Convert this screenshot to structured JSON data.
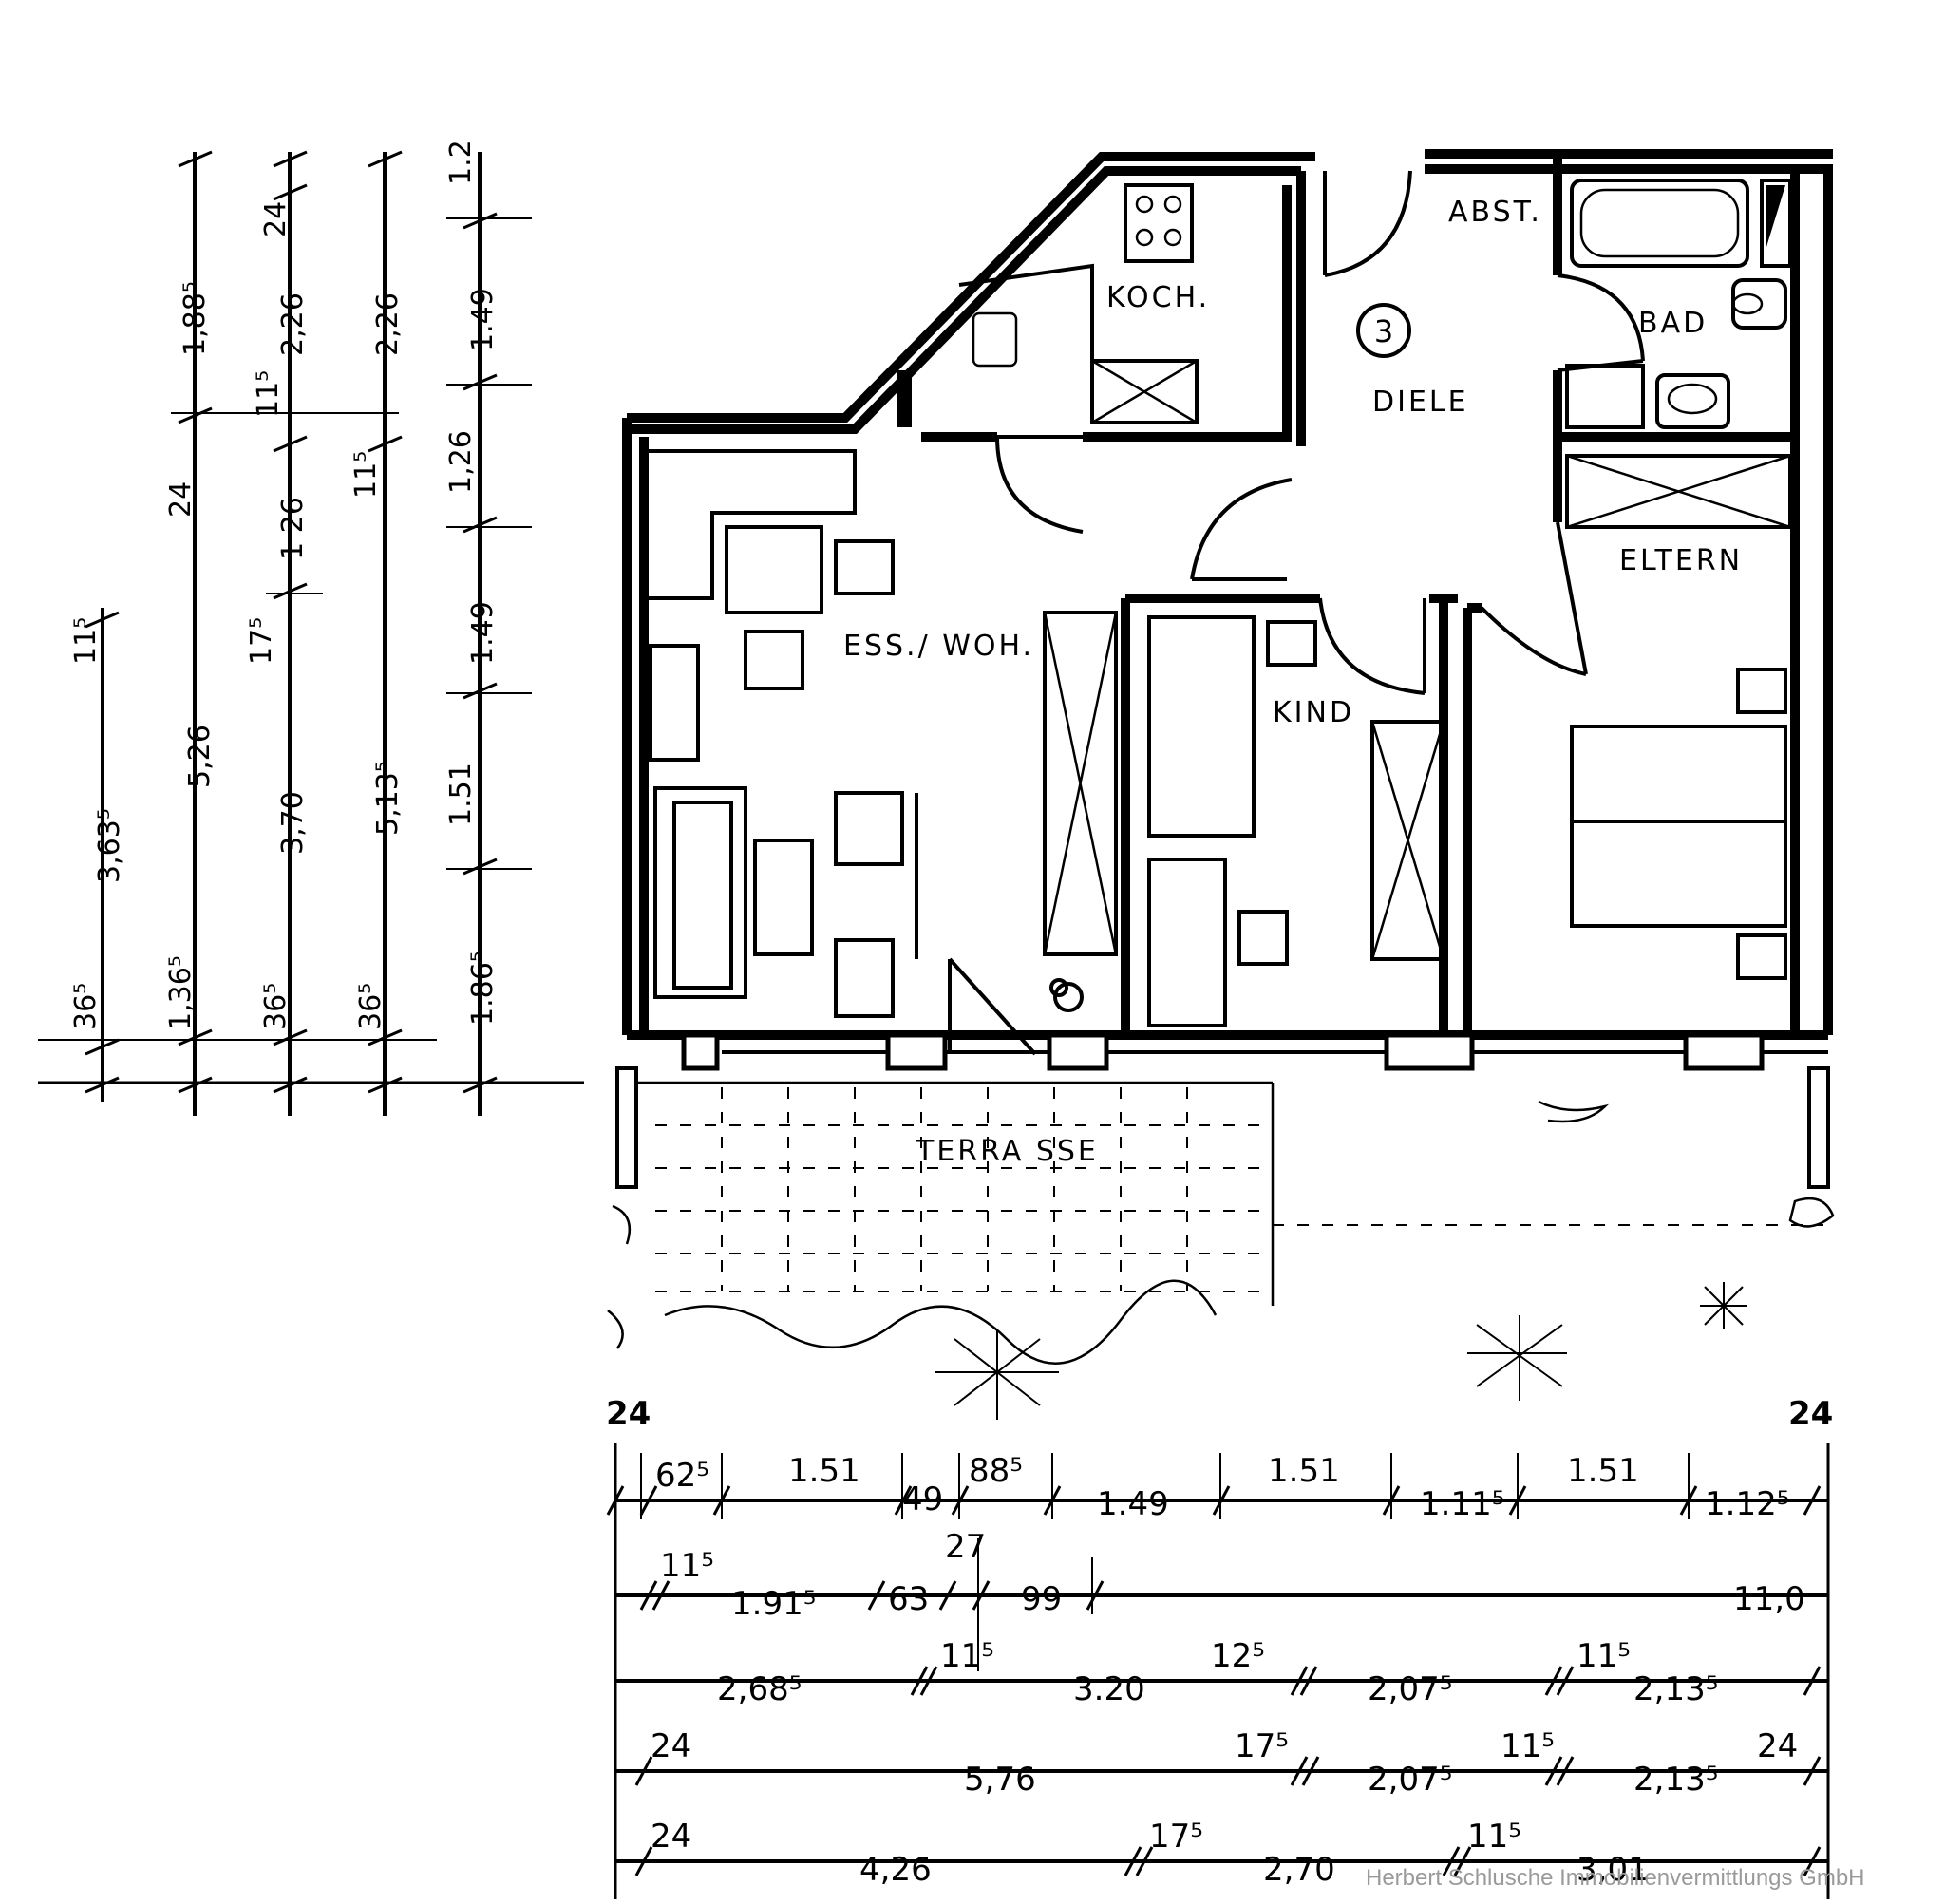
{
  "rooms": {
    "koch": "KOCH.",
    "abst": "ABST.",
    "bad": "BAD",
    "diele": "DIELE",
    "unit_number": "3",
    "eltern": "ELTERN",
    "ess_woh": "ESS./ WOH.",
    "kind": "KIND",
    "terrasse": "TERRA SSE"
  },
  "dims_bottom": {
    "end_left": "24",
    "end_right": "24",
    "row1": [
      "62⁵",
      "1.51",
      "49",
      "88⁵",
      "1.49",
      "1.51",
      "1.11⁵",
      "1.51",
      "1.12⁵"
    ],
    "row2": [
      "11⁵",
      "1.91⁵",
      "63",
      "27",
      "99",
      "11,0"
    ],
    "row3": [
      "2,68⁵",
      "11⁵",
      "3.20",
      "12⁵",
      "2,07⁵",
      "11⁵",
      "2,13⁵"
    ],
    "row4": [
      "24",
      "5,76",
      "17⁵",
      "2,07⁵",
      "11⁵",
      "2,13⁵",
      "24"
    ],
    "row5": [
      "24",
      "4,26",
      "17⁵",
      "2,70",
      "11⁵",
      "3,01"
    ]
  },
  "dims_left": {
    "col1": [
      "11⁵",
      "3,63⁵",
      "36⁵"
    ],
    "col2": [
      "1,88⁵",
      "24",
      "5,26",
      "1,36⁵"
    ],
    "col3": [
      "24",
      "2,26",
      "11⁵",
      "1 26",
      "17⁵",
      "3,70",
      "36⁵"
    ],
    "col4": [
      "2,26",
      "11⁵",
      "5,13⁵",
      "36⁵"
    ],
    "col5": [
      "1.2",
      "1.49",
      "1,26",
      "1.49",
      "1.51",
      "1.86⁵"
    ]
  },
  "credit": "Herbert Schlusche Immobilienvermittlungs GmbH"
}
